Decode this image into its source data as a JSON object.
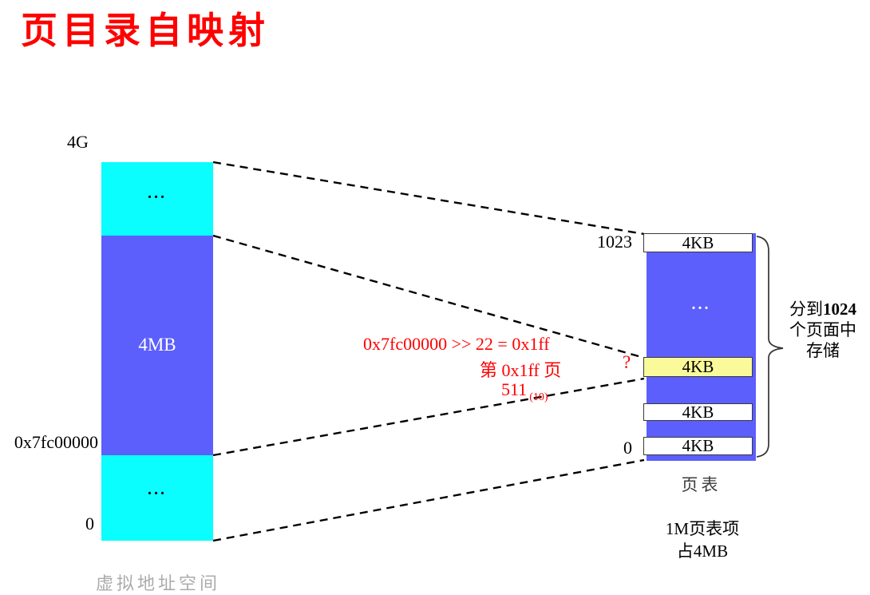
{
  "title": "页目录自映射",
  "colors": {
    "title_red": "#ff0000",
    "bar_cyan": "#0afefe",
    "bar_blue": "#5c5ffc",
    "cell_yellow": "#fafa9b",
    "caption_gray": "#ababab"
  },
  "virtual_space": {
    "label_4g": "4G",
    "label_boundary": "0x7fc00000",
    "label_zero": "0",
    "ellipsis_top": "...",
    "block_4mb": "4MB",
    "ellipsis_bottom": "...",
    "caption": "虚拟地址空间"
  },
  "calc": {
    "line1": "0x7fc00000 >> 22 = 0x1ff",
    "line2": "第 0x1ff 页",
    "value": "511",
    "value_base": "(10)",
    "question": "?"
  },
  "page_table": {
    "index_top": "1023",
    "index_bottom": "0",
    "cell_top": "4KB",
    "ellipsis": "...",
    "cell_highlight": "4KB",
    "cell_mid": "4KB",
    "cell_bottom": "4KB",
    "caption": "页表",
    "note1": "1M页表项",
    "note2": "占4MB"
  },
  "brace_note": {
    "prefix": "分到",
    "bold": "1024",
    "line2": "个页面中",
    "line3": "存储"
  }
}
